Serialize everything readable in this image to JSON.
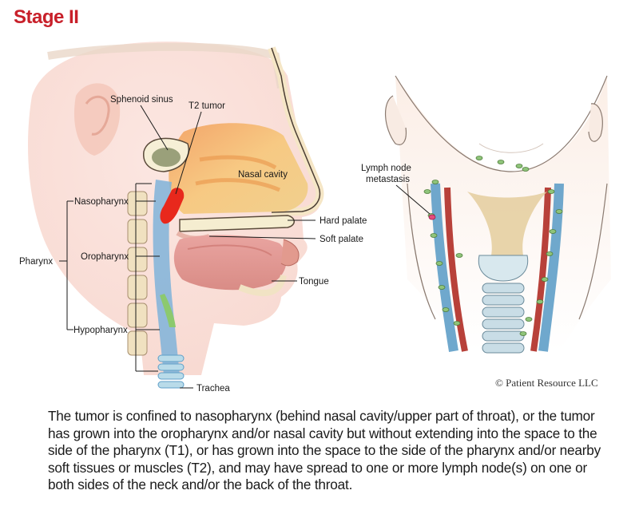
{
  "header": {
    "title": "Stage II"
  },
  "labels": {
    "sphenoid_sinus": "Sphenoid sinus",
    "t2_tumor": "T2 tumor",
    "nasal_cavity": "Nasal cavity",
    "nasopharynx": "Nasopharynx",
    "hard_palate": "Hard palate",
    "soft_palate": "Soft palate",
    "pharynx": "Pharynx",
    "oropharynx": "Oropharynx",
    "tongue": "Tongue",
    "hypopharynx": "Hypopharynx",
    "trachea": "Trachea",
    "lymph_line1": "Lymph node",
    "lymph_line2": "metastasis"
  },
  "copyright": "© Patient Resource LLC",
  "caption": "The tumor is confined to nasopharynx (behind nasal cavity/upper part of throat), or the tumor has grown into the oropharynx and/or nasal cavity but without extending into the space to the side of the pharynx (T1), or has grown into the space to the side of the pharynx and/or nearby soft tissues or muscles (T2), and may have spread to one or more lymph node(s) on one or both sides of the neck and/or the back of the throat.",
  "colors": {
    "title": "#c8202a",
    "tumor": "#e8281c",
    "lymph_nodes": "#8fc47a",
    "arteries": "#b8413a",
    "veins": "#5f9fc8"
  }
}
